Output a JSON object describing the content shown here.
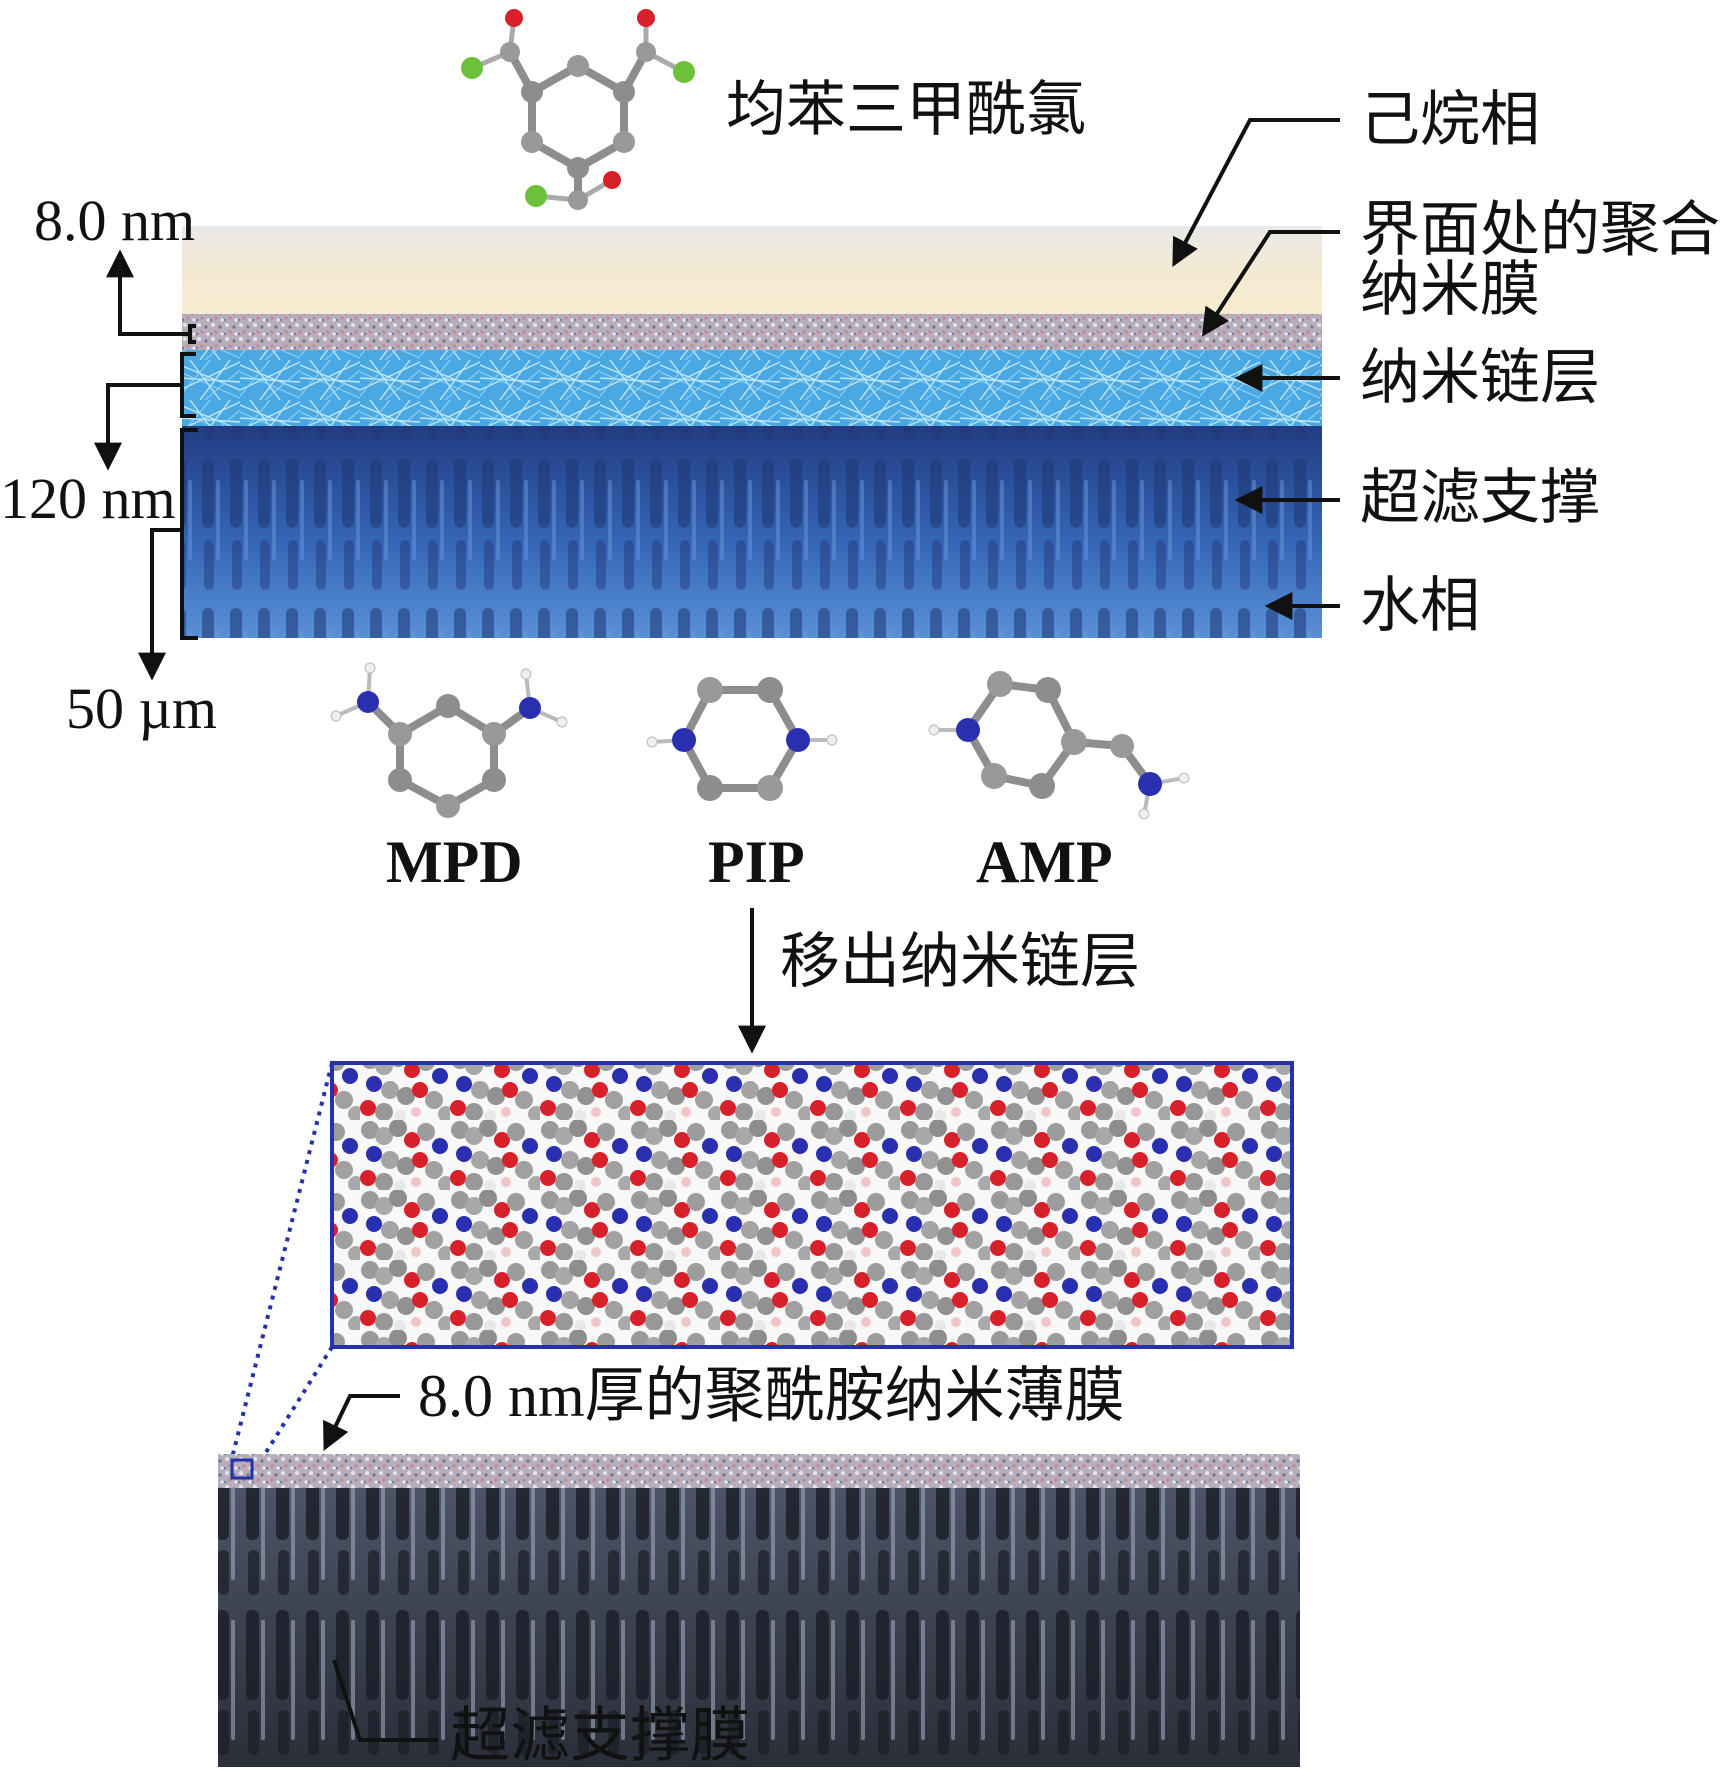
{
  "top_reagent": {
    "name": "均苯三甲酰氯"
  },
  "dimensions": {
    "top": "8.0 nm",
    "middle": "120 nm",
    "bottom": "50 µm"
  },
  "layer_labels": [
    "己烷相",
    "界面处的聚合\n纳米膜",
    "纳米链层",
    "超滤支撑",
    "水相"
  ],
  "amines": [
    "MPD",
    "PIP",
    "AMP"
  ],
  "process_step": "移出纳米链层",
  "film_label": "8.0 nm厚的聚酰胺纳米薄膜",
  "support_label": "超滤支撑膜",
  "colors": {
    "hexane": "#efe6cf",
    "nanostrand": "#4ab3e6",
    "support": "#2f5fae",
    "bottom_support": "#3b4150",
    "frame": "#2431a8",
    "oxygen": "#d8202a",
    "nitrogen": "#2a2fb0",
    "chlorine": "#6cc03a",
    "carbon": "#8d8d8d"
  }
}
